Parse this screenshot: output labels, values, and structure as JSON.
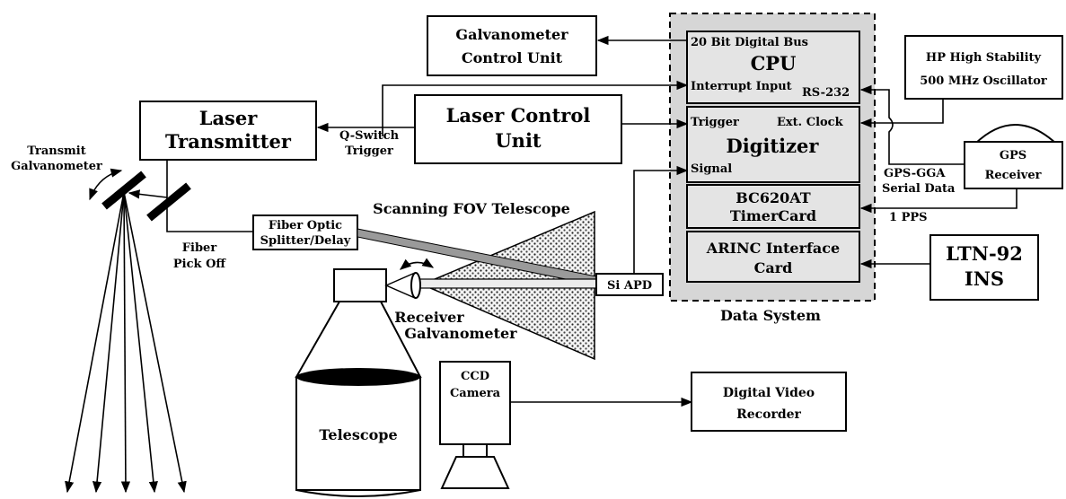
{
  "colors": {
    "line": "#000000",
    "panel_fill": "#e4e4e4",
    "data_system_fill": "#d6d6d6",
    "background": "#ffffff"
  },
  "labels": {
    "galvo_control_1": "Galvanometer",
    "galvo_control_2": "Control Unit",
    "cpu_bus": "20 Bit Digital Bus",
    "cpu_title": "CPU",
    "cpu_interrupt": "Interrupt Input",
    "cpu_rs232": "RS-232",
    "hp_osc_1": "HP High Stability",
    "hp_osc_2": "500 MHz Oscillator",
    "laser_tx_1": "Laser",
    "laser_tx_2": "Transmitter",
    "laser_ctrl_1": "Laser Control",
    "laser_ctrl_2": "Unit",
    "qswitch_1": "Q-Switch",
    "qswitch_2": "Trigger",
    "digitizer_trigger": "Trigger",
    "digitizer_extclock": "Ext. Clock",
    "digitizer_title": "Digitizer",
    "digitizer_signal": "Signal",
    "gps_1": "GPS",
    "gps_2": "Receiver",
    "gpsgga_1": "GPS-GGA",
    "gpsgga_2": "Serial Data",
    "timer_1": "BC620AT",
    "timer_2": "TimerCard",
    "pps": "1 PPS",
    "arinc_1": "ARINC Interface",
    "arinc_2": "Card",
    "ins_1": "LTN-92",
    "ins_2": "INS",
    "data_system": "Data System",
    "transmit_galvo_1": "Transmit",
    "transmit_galvo_2": "Galvanometer",
    "fiber_optic_1": "Fiber Optic",
    "fiber_optic_2": "Splitter/Delay",
    "fiber_pickoff_1": "Fiber",
    "fiber_pickoff_2": "Pick Off",
    "scanning_fov": "Scanning FOV Telescope",
    "si_apd": "Si APD",
    "receiver_galvo_1": "Receiver",
    "receiver_galvo_2": "Galvanometer",
    "telescope": "Telescope",
    "ccd_1": "CCD",
    "ccd_2": "Camera",
    "dvr_1": "Digital Video",
    "dvr_2": "Recorder"
  }
}
